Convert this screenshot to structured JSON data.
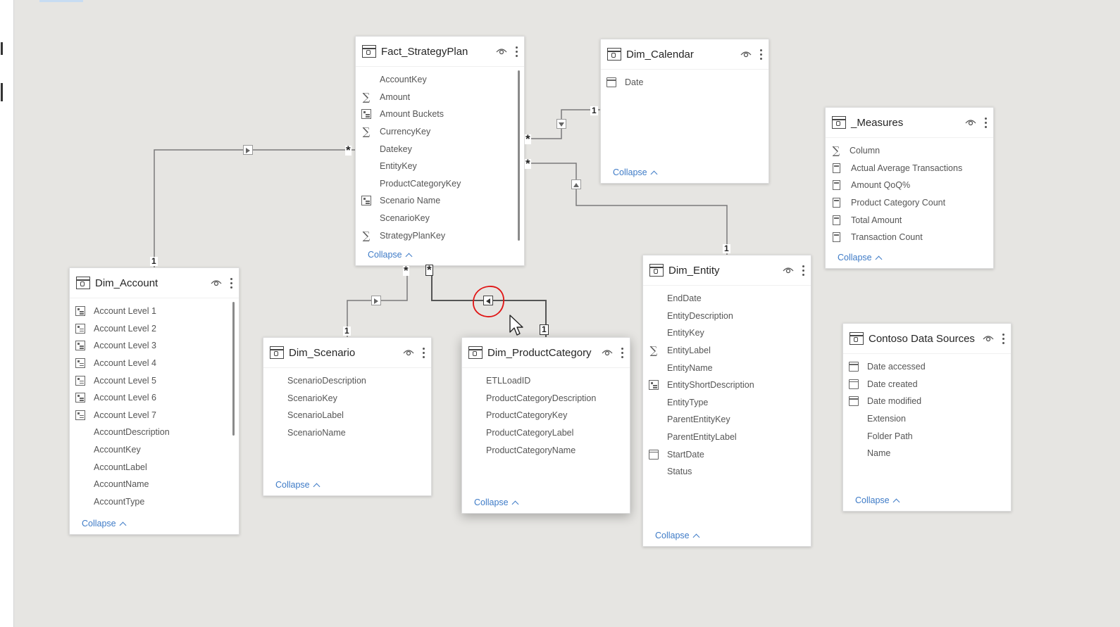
{
  "tables": {
    "fact": {
      "name": "Fact_StrategyPlan",
      "fields": [
        {
          "label": "AccountKey",
          "icon": ""
        },
        {
          "label": "Amount",
          "icon": "sigma"
        },
        {
          "label": "Amount Buckets",
          "icon": "hier"
        },
        {
          "label": "CurrencyKey",
          "icon": "sigma"
        },
        {
          "label": "Datekey",
          "icon": ""
        },
        {
          "label": "EntityKey",
          "icon": ""
        },
        {
          "label": "ProductCategoryKey",
          "icon": ""
        },
        {
          "label": "Scenario Name",
          "icon": "hier"
        },
        {
          "label": "ScenarioKey",
          "icon": ""
        },
        {
          "label": "StrategyPlanKey",
          "icon": "sigma"
        }
      ],
      "collapse": "Collapse"
    },
    "calendar": {
      "name": "Dim_Calendar",
      "fields": [
        {
          "label": "Date",
          "icon": "cal"
        }
      ],
      "collapse": "Collapse"
    },
    "measures": {
      "name": "_Measures",
      "fields": [
        {
          "label": "Column",
          "icon": "sigma"
        },
        {
          "label": "Actual Average Transactions",
          "icon": "calc"
        },
        {
          "label": "Amount QoQ%",
          "icon": "calc"
        },
        {
          "label": "Product Category Count",
          "icon": "calc"
        },
        {
          "label": "Total Amount",
          "icon": "calc"
        },
        {
          "label": "Transaction Count",
          "icon": "calc"
        }
      ],
      "collapse": "Collapse"
    },
    "account": {
      "name": "Dim_Account",
      "fields": [
        {
          "label": "Account Level 1",
          "icon": "hier"
        },
        {
          "label": "Account Level 2",
          "icon": "hier"
        },
        {
          "label": "Account Level 3",
          "icon": "hier"
        },
        {
          "label": "Account Level 4",
          "icon": "hier"
        },
        {
          "label": "Account Level 5",
          "icon": "hier"
        },
        {
          "label": "Account Level 6",
          "icon": "hier"
        },
        {
          "label": "Account Level 7",
          "icon": "hier"
        },
        {
          "label": "AccountDescription",
          "icon": ""
        },
        {
          "label": "AccountKey",
          "icon": ""
        },
        {
          "label": "AccountLabel",
          "icon": ""
        },
        {
          "label": "AccountName",
          "icon": ""
        },
        {
          "label": "AccountType",
          "icon": ""
        }
      ],
      "collapse": "Collapse"
    },
    "scenario": {
      "name": "Dim_Scenario",
      "fields": [
        {
          "label": "ScenarioDescription",
          "icon": ""
        },
        {
          "label": "ScenarioKey",
          "icon": ""
        },
        {
          "label": "ScenarioLabel",
          "icon": ""
        },
        {
          "label": "ScenarioName",
          "icon": ""
        }
      ],
      "collapse": "Collapse"
    },
    "product": {
      "name": "Dim_ProductCategory",
      "fields": [
        {
          "label": "ETLLoadID",
          "icon": ""
        },
        {
          "label": "ProductCategoryDescription",
          "icon": ""
        },
        {
          "label": "ProductCategoryKey",
          "icon": ""
        },
        {
          "label": "ProductCategoryLabel",
          "icon": ""
        },
        {
          "label": "ProductCategoryName",
          "icon": ""
        }
      ],
      "collapse": "Collapse"
    },
    "entity": {
      "name": "Dim_Entity",
      "fields": [
        {
          "label": "EndDate",
          "icon": ""
        },
        {
          "label": "EntityDescription",
          "icon": ""
        },
        {
          "label": "EntityKey",
          "icon": ""
        },
        {
          "label": "EntityLabel",
          "icon": "sigma"
        },
        {
          "label": "EntityName",
          "icon": ""
        },
        {
          "label": "EntityShortDescription",
          "icon": "hier"
        },
        {
          "label": "EntityType",
          "icon": ""
        },
        {
          "label": "ParentEntityKey",
          "icon": ""
        },
        {
          "label": "ParentEntityLabel",
          "icon": ""
        },
        {
          "label": "StartDate",
          "icon": "cal"
        },
        {
          "label": "Status",
          "icon": ""
        }
      ],
      "collapse": "Collapse"
    },
    "sources": {
      "name": "Contoso Data Sources",
      "fields": [
        {
          "label": "Date accessed",
          "icon": "cal"
        },
        {
          "label": "Date created",
          "icon": "cal"
        },
        {
          "label": "Date modified",
          "icon": "cal"
        },
        {
          "label": "Extension",
          "icon": ""
        },
        {
          "label": "Folder Path",
          "icon": ""
        },
        {
          "label": "Name",
          "icon": ""
        }
      ],
      "collapse": "Collapse"
    }
  },
  "cardinality": {
    "one": "1",
    "many": "*"
  }
}
